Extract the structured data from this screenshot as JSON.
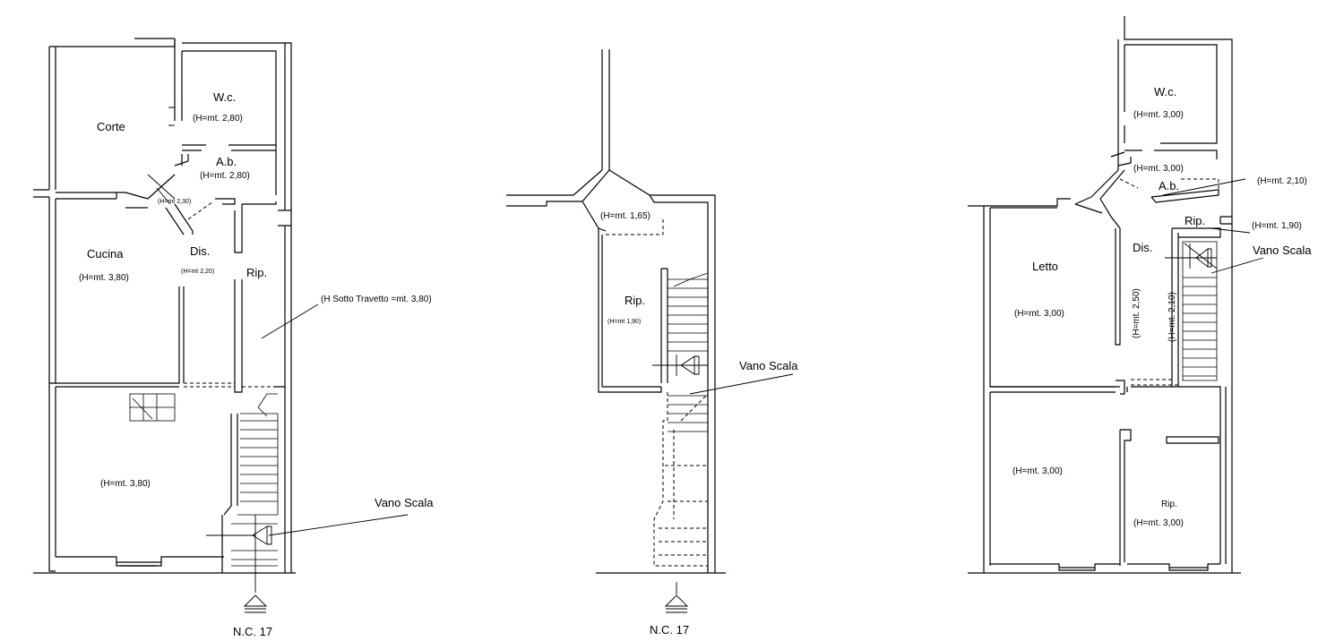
{
  "colors": {
    "background": "#ffffff",
    "ink": "#000000"
  },
  "plan_left": {
    "labels": {
      "corte": "Corte",
      "wc": "W.c.",
      "wc_h": "(H=mt. 2,80)",
      "ab": "A.b.",
      "ab_h": "(H=mt. 2,80)",
      "door_h": "(H=mt 2,30)",
      "cucina": "Cucina",
      "cucina_h": "(H=mt. 3,80)",
      "dis": "Dis.",
      "dis_h": "(H=mt 2,20)",
      "rip": "Rip.",
      "travetto": "(H Sotto Travetto =mt. 3,80)",
      "room_h": "(H=mt. 3,80)",
      "vano_scala": "Vano Scala",
      "civic": "N.C. 17"
    }
  },
  "plan_middle": {
    "labels": {
      "h_top": "(H=mt. 1,65)",
      "rip": "Rip.",
      "rip_h": "(H=mt 1,90)",
      "vano_scala": "Vano Scala",
      "civic": "N.C. 17"
    }
  },
  "plan_right": {
    "labels": {
      "wc": "W.c.",
      "wc_h": "(H=mt. 3,00)",
      "ab_h_left": "(H=mt. 3,00)",
      "ab": "A.b.",
      "ab_h": "(H=mt. 2,10)",
      "rip_small": "Rip.",
      "rip_small_h": "(H=mt. 1,90)",
      "vano_scala": "Vano Scala",
      "dis": "Dis.",
      "letto": "Letto",
      "letto_h": "(H=mt. 3,00)",
      "dis_h_vertical": "(H=mt. 2,50)",
      "scala_h_vertical": "(H=mt. 2,10)",
      "room_h": "(H=mt. 3,00)",
      "rip": "Rip.",
      "rip_h": "(H=mt. 3,00)"
    }
  }
}
